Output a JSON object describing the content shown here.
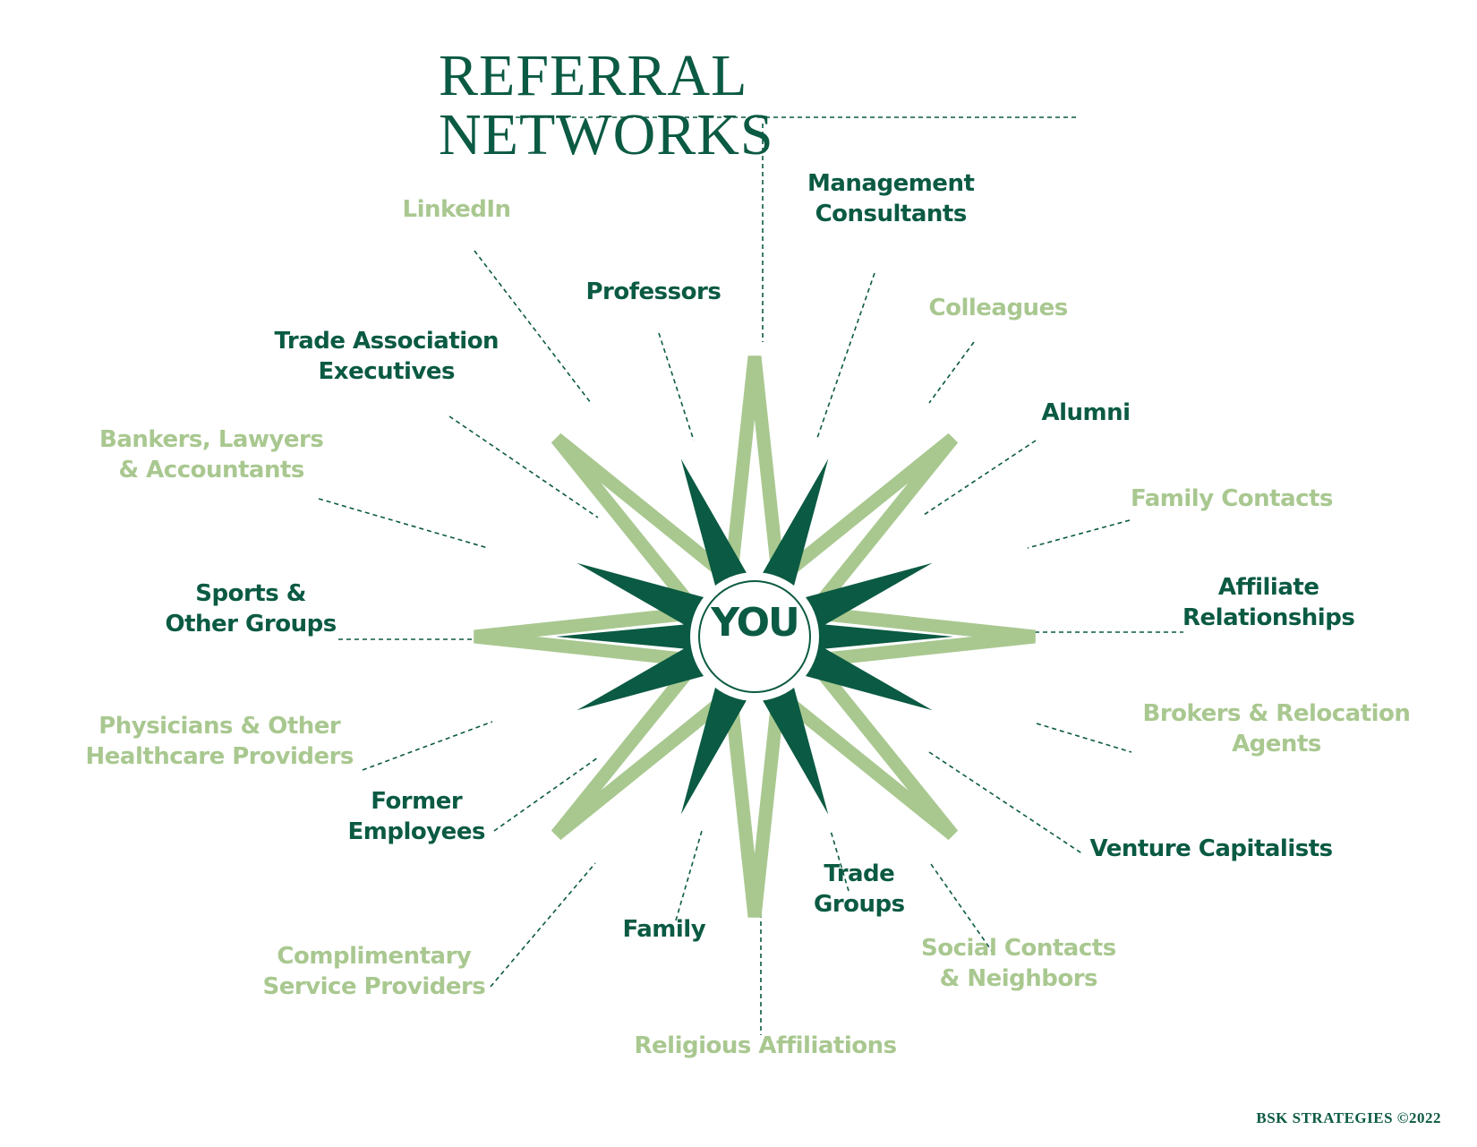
{
  "title": "REFERRAL NETWORKS",
  "center": "YOU",
  "footer": "BSK STRATEGIES ©2022",
  "colors": {
    "dark": "#0b5a43",
    "light": "#a9c890",
    "white": "#ffffff"
  },
  "nodes": [
    {
      "id": "linkedin",
      "lines": [
        "LinkedIn"
      ],
      "tone": "light"
    },
    {
      "id": "management",
      "lines": [
        "Management",
        "Consultants"
      ],
      "tone": "dark"
    },
    {
      "id": "professors",
      "lines": [
        "Professors"
      ],
      "tone": "dark"
    },
    {
      "id": "colleagues",
      "lines": [
        "Colleagues"
      ],
      "tone": "light"
    },
    {
      "id": "trade-assoc",
      "lines": [
        "Trade Association",
        "Executives"
      ],
      "tone": "dark"
    },
    {
      "id": "alumni",
      "lines": [
        "Alumni"
      ],
      "tone": "dark"
    },
    {
      "id": "bankers",
      "lines": [
        "Bankers, Lawyers",
        "& Accountants"
      ],
      "tone": "light"
    },
    {
      "id": "family-contacts",
      "lines": [
        "Family Contacts"
      ],
      "tone": "light"
    },
    {
      "id": "sports",
      "lines": [
        "Sports &",
        "Other Groups"
      ],
      "tone": "dark"
    },
    {
      "id": "affiliate",
      "lines": [
        "Affiliate",
        "Relationships"
      ],
      "tone": "dark"
    },
    {
      "id": "physicians",
      "lines": [
        "Physicians & Other",
        "Healthcare Providers"
      ],
      "tone": "light"
    },
    {
      "id": "brokers",
      "lines": [
        "Brokers & Relocation",
        "Agents"
      ],
      "tone": "light"
    },
    {
      "id": "former",
      "lines": [
        "Former",
        "Employees"
      ],
      "tone": "dark"
    },
    {
      "id": "venture",
      "lines": [
        "Venture Capitalists"
      ],
      "tone": "dark"
    },
    {
      "id": "complimentary",
      "lines": [
        "Complimentary",
        "Service Providers"
      ],
      "tone": "light"
    },
    {
      "id": "family",
      "lines": [
        "Family"
      ],
      "tone": "dark"
    },
    {
      "id": "trade-groups",
      "lines": [
        "Trade",
        "Groups"
      ],
      "tone": "dark"
    },
    {
      "id": "social",
      "lines": [
        "Social Contacts",
        "& Neighbors"
      ],
      "tone": "light"
    },
    {
      "id": "religious",
      "lines": [
        "Religious Affiliations"
      ],
      "tone": "light"
    }
  ]
}
